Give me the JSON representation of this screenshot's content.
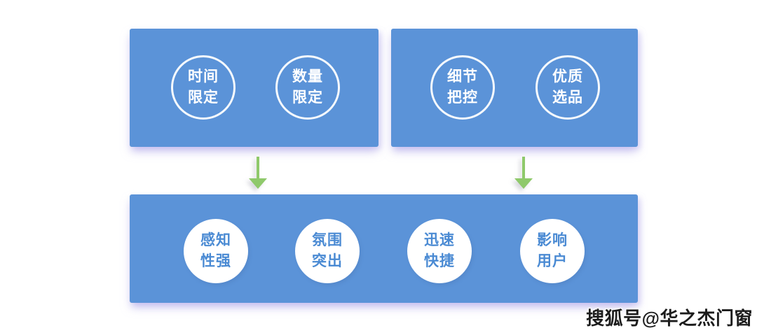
{
  "colors": {
    "box_blue": "#5b93d8",
    "circle_text_blue": "#4a8ad3",
    "arrow_green": "#8fc96b",
    "shadow_lavender": "#aca2e8",
    "background": "#ffffff",
    "circle_outline_white": "#ffffff"
  },
  "diagram": {
    "top_left_box": {
      "circles": [
        {
          "line1": "时间",
          "line2": "限定"
        },
        {
          "line1": "数量",
          "line2": "限定"
        }
      ]
    },
    "top_right_box": {
      "circles": [
        {
          "line1": "细节",
          "line2": "把控"
        },
        {
          "line1": "优质",
          "line2": "选品"
        }
      ]
    },
    "bottom_box": {
      "circles": [
        {
          "line1": "感知",
          "line2": "性强"
        },
        {
          "line1": "氛围",
          "line2": "突出"
        },
        {
          "line1": "迅速",
          "line2": "快捷"
        },
        {
          "line1": "影响",
          "line2": "用户"
        }
      ]
    },
    "arrows": [
      {
        "name": "down-arrow-left"
      },
      {
        "name": "down-arrow-right"
      }
    ]
  },
  "watermark": {
    "text": "搜狐号@华之杰门窗"
  }
}
